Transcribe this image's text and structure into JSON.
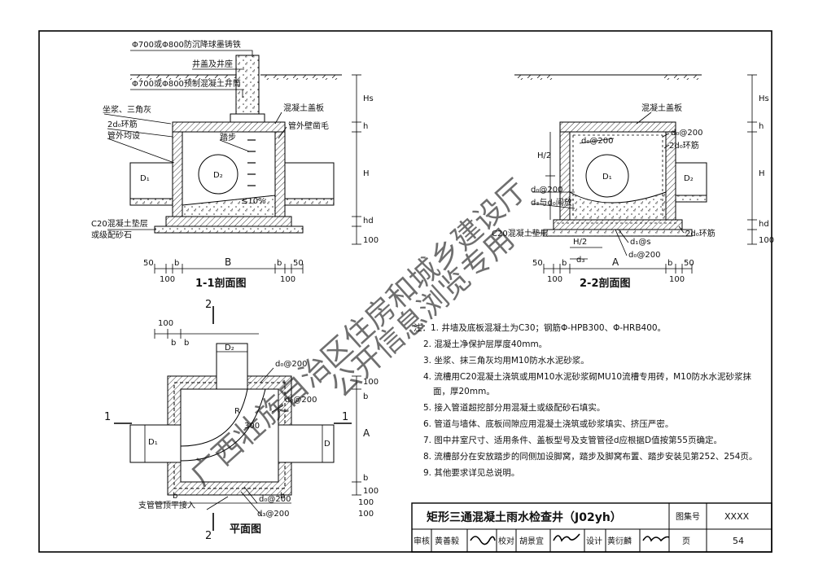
{
  "sheet": {
    "title": "矩形三通混凝土雨水检查井（J02yh）",
    "atlas_label": "图集号",
    "atlas_no": "XXXX",
    "page_label": "页",
    "page_no": "54",
    "row": [
      {
        "role": "审核",
        "name": "黄善毅"
      },
      {
        "role": "校对",
        "name": "胡景宜"
      },
      {
        "role": "设计",
        "name": "黄衍麟"
      }
    ]
  },
  "watermark": {
    "line1": "广西壮族自治区住房和城乡建设厅",
    "line2": "公开信息浏览专用"
  },
  "section1": {
    "caption": "1-1剖面图",
    "callouts": [
      "Φ700或Φ800防沉降球墨铸铁",
      "井盖及井座",
      "Φ700或Φ800预制混凝土井筒",
      "坐浆、三角灰",
      "2d₀环筋",
      "管外均设",
      "混凝土盖板",
      "管外壁凿毛",
      "踏步",
      "C20混凝土垫层",
      "或级配砂石"
    ],
    "marks": [
      "D₁",
      "D₂",
      "≤10%",
      "Hs",
      "h",
      "H",
      "hd",
      "100"
    ],
    "dims": [
      "50",
      "b",
      "B",
      "b",
      "50",
      "100",
      "100"
    ]
  },
  "section2": {
    "caption": "2-2剖面图",
    "callouts": [
      "混凝土盖板",
      "d₀@200",
      "2d₀环筋",
      "d₀@200",
      "d₀@200",
      "d₃与d₀间放",
      "C20混凝土垫层",
      "2d₀环筋",
      "d₁@s",
      "d₀@200"
    ],
    "marks": [
      "D₁",
      "D₂",
      "H/2",
      "H/2",
      "d₃",
      "Hs",
      "h",
      "H",
      "hd",
      "100"
    ],
    "dims": [
      "50",
      "b",
      "A",
      "b",
      "50",
      "100",
      "100"
    ]
  },
  "plan": {
    "caption": "平面图",
    "section_marks": [
      "2",
      "2",
      "1",
      "1"
    ],
    "callouts": [
      "d₀@200",
      "d₀@200",
      "支管管顶平接入",
      "d₀@200",
      "d₃@200"
    ],
    "marks": [
      "D₂",
      "D₁",
      "D",
      "A",
      "R",
      "300",
      "100",
      "b",
      "b",
      "100"
    ],
    "dims_top": [
      "100",
      "b",
      "b"
    ],
    "dims_bottom": [
      "100",
      "b",
      "b",
      "100"
    ]
  },
  "notes": [
    "注：1. 井墙及底板混凝土为C30；钢筋Φ-HPB300、Φ-HRB400。",
    "2. 混凝土净保护层厚度40mm。",
    "3. 坐浆、抹三角灰均用M10防水水泥砂浆。",
    "4. 流槽用C20混凝土浇筑或用M10水泥砂浆砌MU10流槽专用砖，M10防水水泥砂浆抹",
    "面，厚20mm。",
    "5. 接入管道超挖部分用混凝土或级配砂石填实。",
    "6. 管道与墙体、底板间隙应用混凝土浇筑或砂浆填实、挤压严密。",
    "7. 图中井室尺寸、适用条件、盖板型号及支管管径d应根据D值按第55页确定。",
    "8. 流槽部分在安放踏步的同侧加设脚窝，踏步及脚窝布置、踏步安装见第252、254页。",
    "9. 其他要求详见总说明。"
  ]
}
